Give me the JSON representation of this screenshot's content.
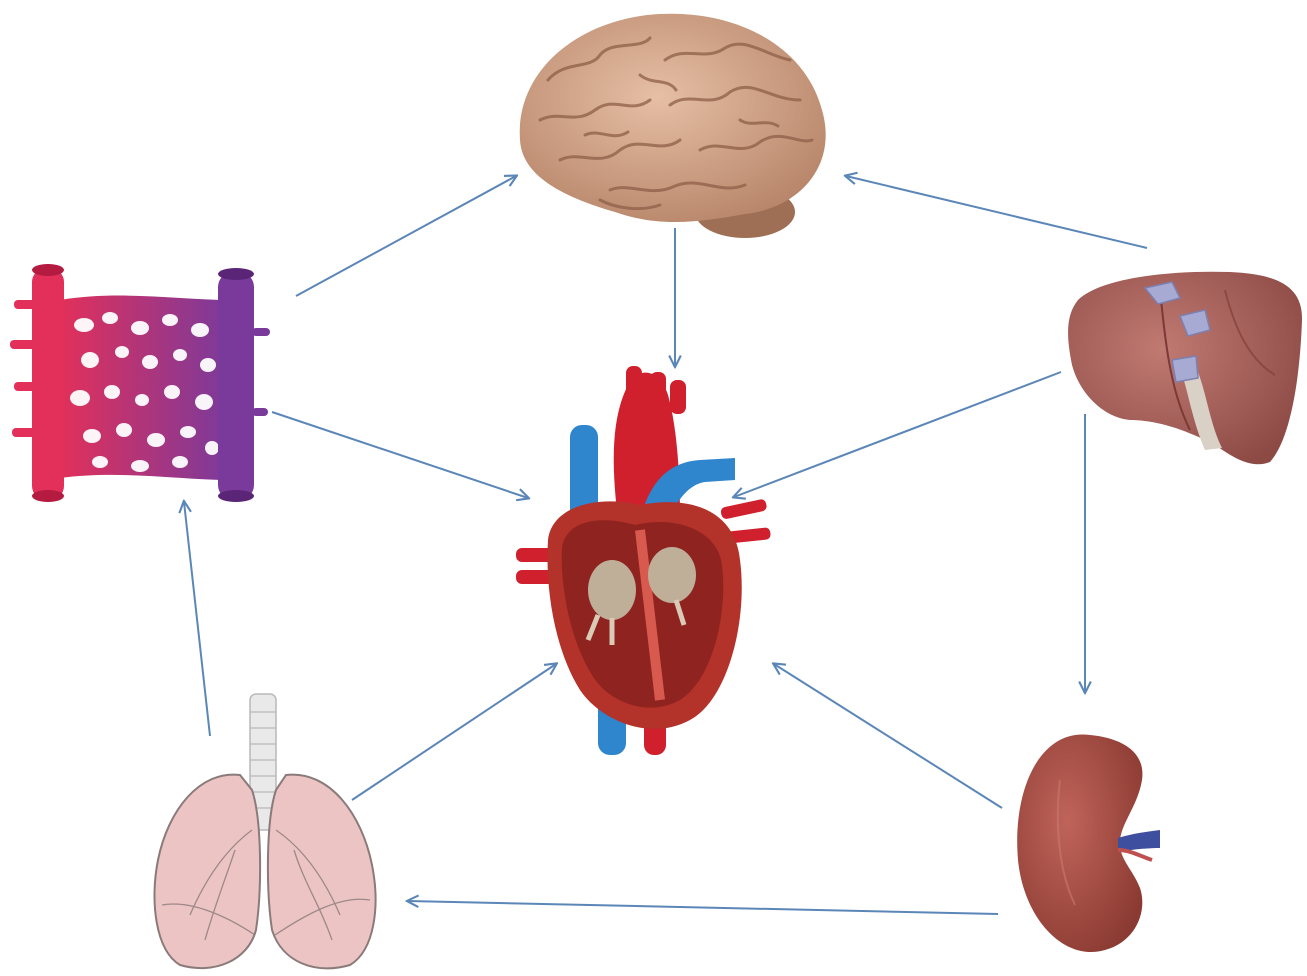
{
  "diagram": {
    "organs": [
      "brain",
      "heart",
      "blood-vessels",
      "liver",
      "lungs",
      "kidney"
    ],
    "colors": {
      "arrow": "#5b86b8",
      "brain": "#cfa083",
      "heart_muscle": "#b3322a",
      "artery": "#d0202e",
      "vein": "#2f86cc",
      "vessel_network": "#c02a6a",
      "liver": "#a8605a",
      "lung": "#ecc4c4",
      "kidney": "#a54a40"
    },
    "arrows": [
      {
        "from": "blood-vessels",
        "to": "brain"
      },
      {
        "from": "blood-vessels",
        "to": "heart"
      },
      {
        "from": "brain",
        "to": "heart"
      },
      {
        "from": "liver",
        "to": "brain"
      },
      {
        "from": "liver",
        "to": "heart"
      },
      {
        "from": "liver",
        "to": "kidney"
      },
      {
        "from": "kidney",
        "to": "heart"
      },
      {
        "from": "kidney",
        "to": "lungs"
      },
      {
        "from": "lungs",
        "to": "heart"
      },
      {
        "from": "lungs",
        "to": "blood-vessels"
      }
    ]
  }
}
